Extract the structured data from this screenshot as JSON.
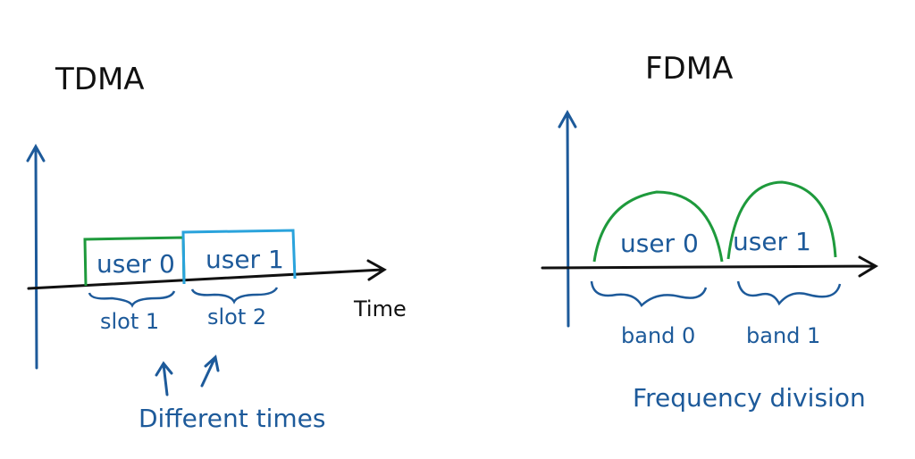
{
  "colors": {
    "axis": "#1d5a9a",
    "text": "#1d5a9a",
    "title": "#111111",
    "user0": "#1e9a3c",
    "user1": "#2aa3dc"
  },
  "tdma": {
    "title": "TDMA",
    "slots": [
      {
        "user": "user 0",
        "slot": "slot 1"
      },
      {
        "user": "user 1",
        "slot": "slot 2"
      }
    ],
    "axis_label": "Time",
    "note": "Different times"
  },
  "fdma": {
    "title": "FDMA",
    "bands": [
      {
        "user": "user 0",
        "band": "band 0"
      },
      {
        "user": "user 1",
        "band": "band 1"
      }
    ],
    "note": "Frequency division"
  }
}
